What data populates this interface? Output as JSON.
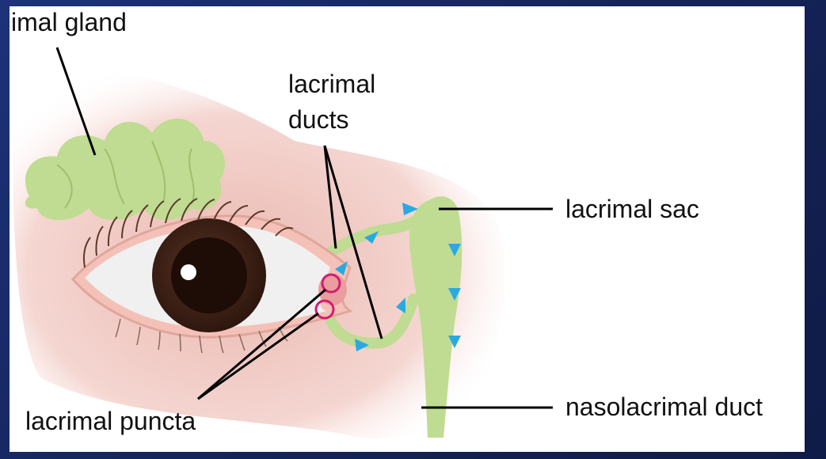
{
  "labels": {
    "lacrimal_gland": "imal gland",
    "lacrimal_ducts_line1": "lacrimal",
    "lacrimal_ducts_line2": "ducts",
    "lacrimal_sac": "lacrimal sac",
    "nasolacrimal_duct": "nasolacrimal duct",
    "lacrimal_puncta": "lacrimal puncta"
  },
  "colors": {
    "background": "#1a2a66",
    "panel": "#ffffff",
    "skin": "#f2c9c2",
    "gland": "#bfdc92",
    "tear_arrow": "#29a9e1",
    "punctum_circle": "#d11d73",
    "iris": "#3b2218"
  }
}
